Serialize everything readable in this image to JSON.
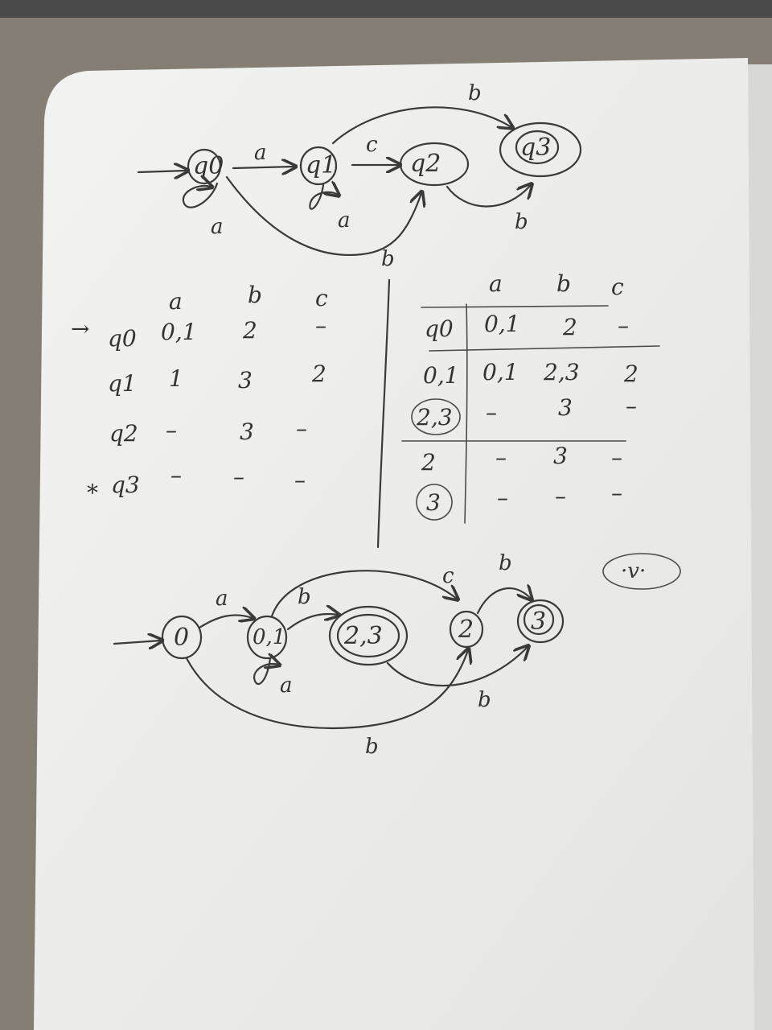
{
  "nfa": {
    "start_arrow": "→",
    "states": {
      "q0": "q0",
      "q1": "q1",
      "q2": "q2",
      "q3": "q3"
    },
    "edges": {
      "q0_q1": "a",
      "q0_loop": "a",
      "q1_loop": "a",
      "q1_q2": "c",
      "q1_q3": "b",
      "q2_q3": "b",
      "q0_q2": "b"
    }
  },
  "nfa_table": {
    "columns": [
      "a",
      "b",
      "c"
    ],
    "rows": [
      {
        "marker": "→",
        "state": "q0",
        "cells": [
          "0,1",
          "2",
          "–"
        ]
      },
      {
        "marker": "",
        "state": "q1",
        "cells": [
          "1",
          "3",
          "2"
        ]
      },
      {
        "marker": "",
        "state": "q2",
        "cells": [
          "–",
          "3",
          "–"
        ]
      },
      {
        "marker": "*",
        "state": "q3",
        "cells": [
          "–",
          "–",
          "–"
        ]
      }
    ]
  },
  "dfa_table": {
    "columns": [
      "a",
      "b",
      "c"
    ],
    "rows": [
      {
        "state": "q0",
        "cells": [
          "0,1",
          "2",
          "–"
        ]
      },
      {
        "state": "0,1",
        "cells": [
          "0,1",
          "2,3",
          "2"
        ]
      },
      {
        "state": "2,3",
        "cells": [
          "–",
          "3",
          "–"
        ]
      },
      {
        "state": "2",
        "cells": [
          "–",
          "3",
          "–"
        ]
      },
      {
        "state": "3",
        "cells": [
          "–",
          "–",
          "–"
        ]
      }
    ]
  },
  "dfa": {
    "states": {
      "s0": "0",
      "s01": "0,1",
      "s23": "2,3",
      "s2": "2",
      "s3": "3"
    },
    "edges": {
      "s0_s01": "a",
      "s01_loop": "a",
      "s01_s23": "b",
      "s01_s2": "c",
      "s2_s3": "b",
      "s23_s3": "b",
      "s0_s2": "b"
    },
    "doodle": "·v·"
  }
}
